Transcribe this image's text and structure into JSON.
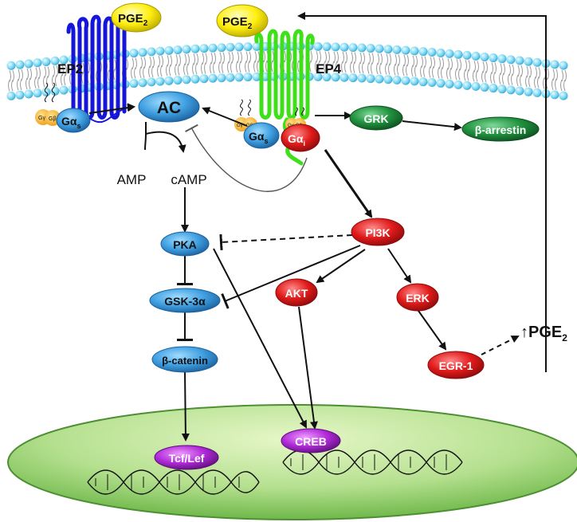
{
  "labels": {
    "pge2_left": "PGE",
    "pge2_right": "PGE",
    "pge2_out": "PGE",
    "sub2": "2",
    "up_arrow": "↑",
    "ep2": "EP2",
    "ep4": "EP4",
    "ac": "AC",
    "gas_left": "Gα",
    "gas_right": "Gα",
    "gai": "Gα",
    "sub_s": "s",
    "sub_i": "i",
    "gamma": "Gγ",
    "beta": "Gβ",
    "grk": "GRK",
    "barrestin": "β-arrestin",
    "amp": "AMP",
    "camp": "cAMP",
    "pka": "PKA",
    "pi3k": "PI3K",
    "gsk": "GSK-3α",
    "akt": "AKT",
    "erk": "ERK",
    "bcatenin": "β-catenin",
    "egr1": "EGR-1",
    "tcf": "Tcf/Lef",
    "creb": "CREB"
  },
  "colors": {
    "blue_node": "#3f9fe0",
    "red_node": "#e01a1a",
    "green_node": "#1f8f3c",
    "purple_node": "#b02ad8",
    "yellow_node": "#ffee10",
    "receptor_ep2": "#1616d8",
    "receptor_ep4": "#3fe01a",
    "membrane_head": "#7fd8f4",
    "nucleus": "#9fd47a"
  }
}
